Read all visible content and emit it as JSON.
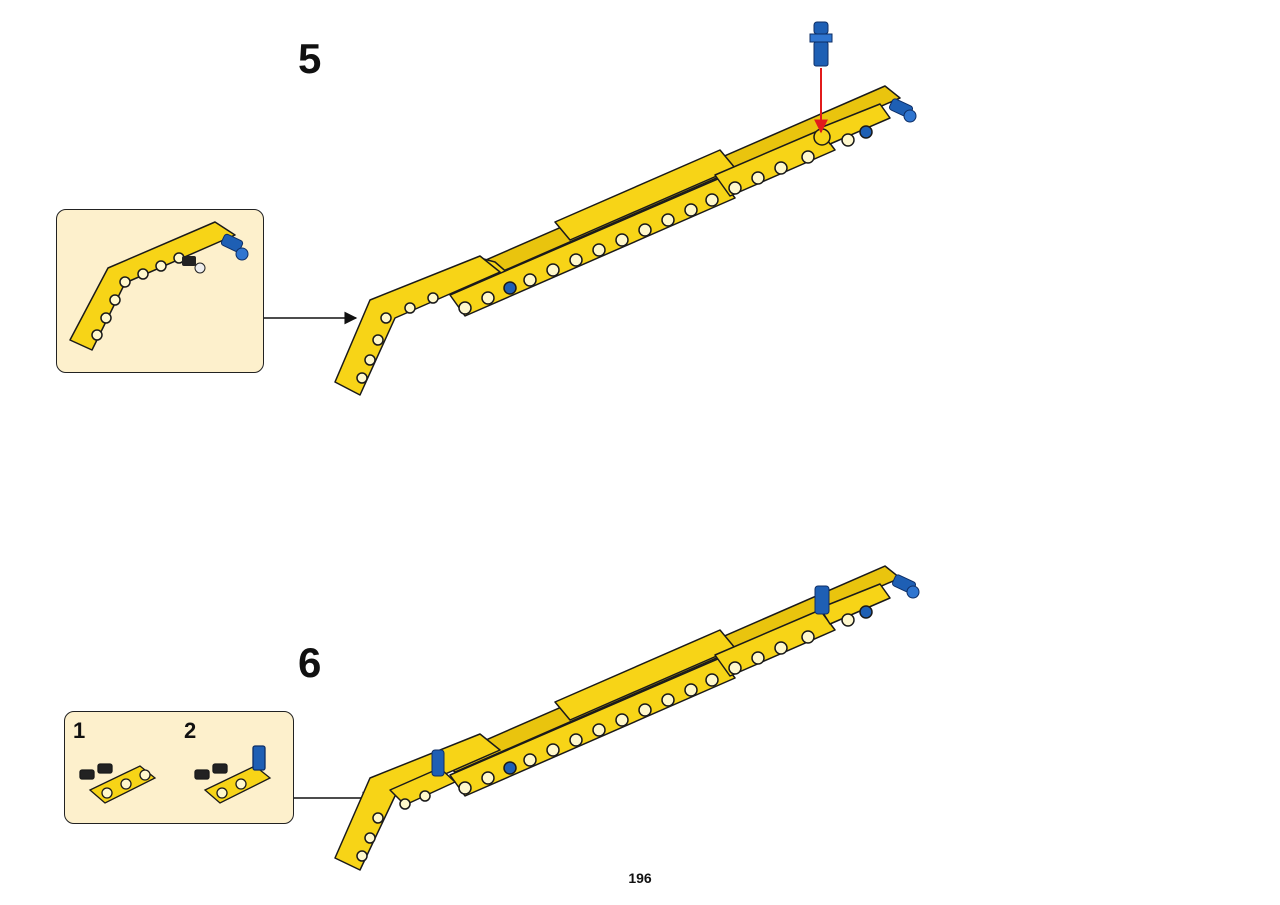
{
  "steps": [
    {
      "number": "5"
    },
    {
      "number": "6",
      "substeps": [
        "1",
        "2"
      ]
    }
  ],
  "page_number": "196",
  "colors": {
    "beam_yellow": "#f7d417",
    "beam_outline": "#1a1a1a",
    "pin_blue": "#1e5fb4",
    "callout_bg": "#fdf0cc",
    "insert_arrow": "#e21b1b"
  }
}
